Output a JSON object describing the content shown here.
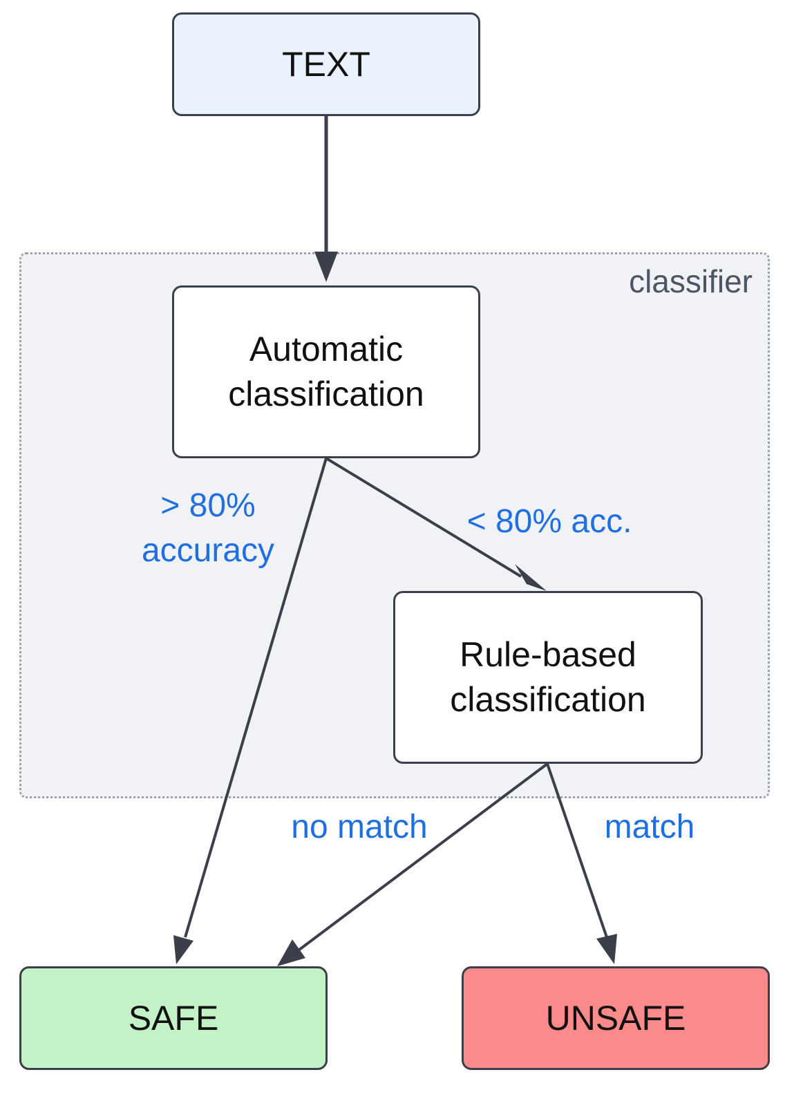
{
  "group": {
    "label": "classifier",
    "background": "#f1f2f5"
  },
  "nodes": {
    "text": {
      "label": "TEXT",
      "fill": "#eaf2fd"
    },
    "auto": {
      "label": "Automatic\nclassification",
      "fill": "#ffffff"
    },
    "rule": {
      "label": "Rule-based\nclassification",
      "fill": "#ffffff"
    },
    "safe": {
      "label": "SAFE",
      "fill": "#c3f2c6"
    },
    "unsafe": {
      "label": "UNSAFE",
      "fill": "#fb8b8b"
    }
  },
  "edges": {
    "high_accuracy": "> 80%\naccuracy",
    "low_accuracy": "< 80% acc.",
    "no_match": "no match",
    "match": "match"
  },
  "colors": {
    "edge": "#3a3f4a",
    "edge_label": "#1f6fe0"
  }
}
